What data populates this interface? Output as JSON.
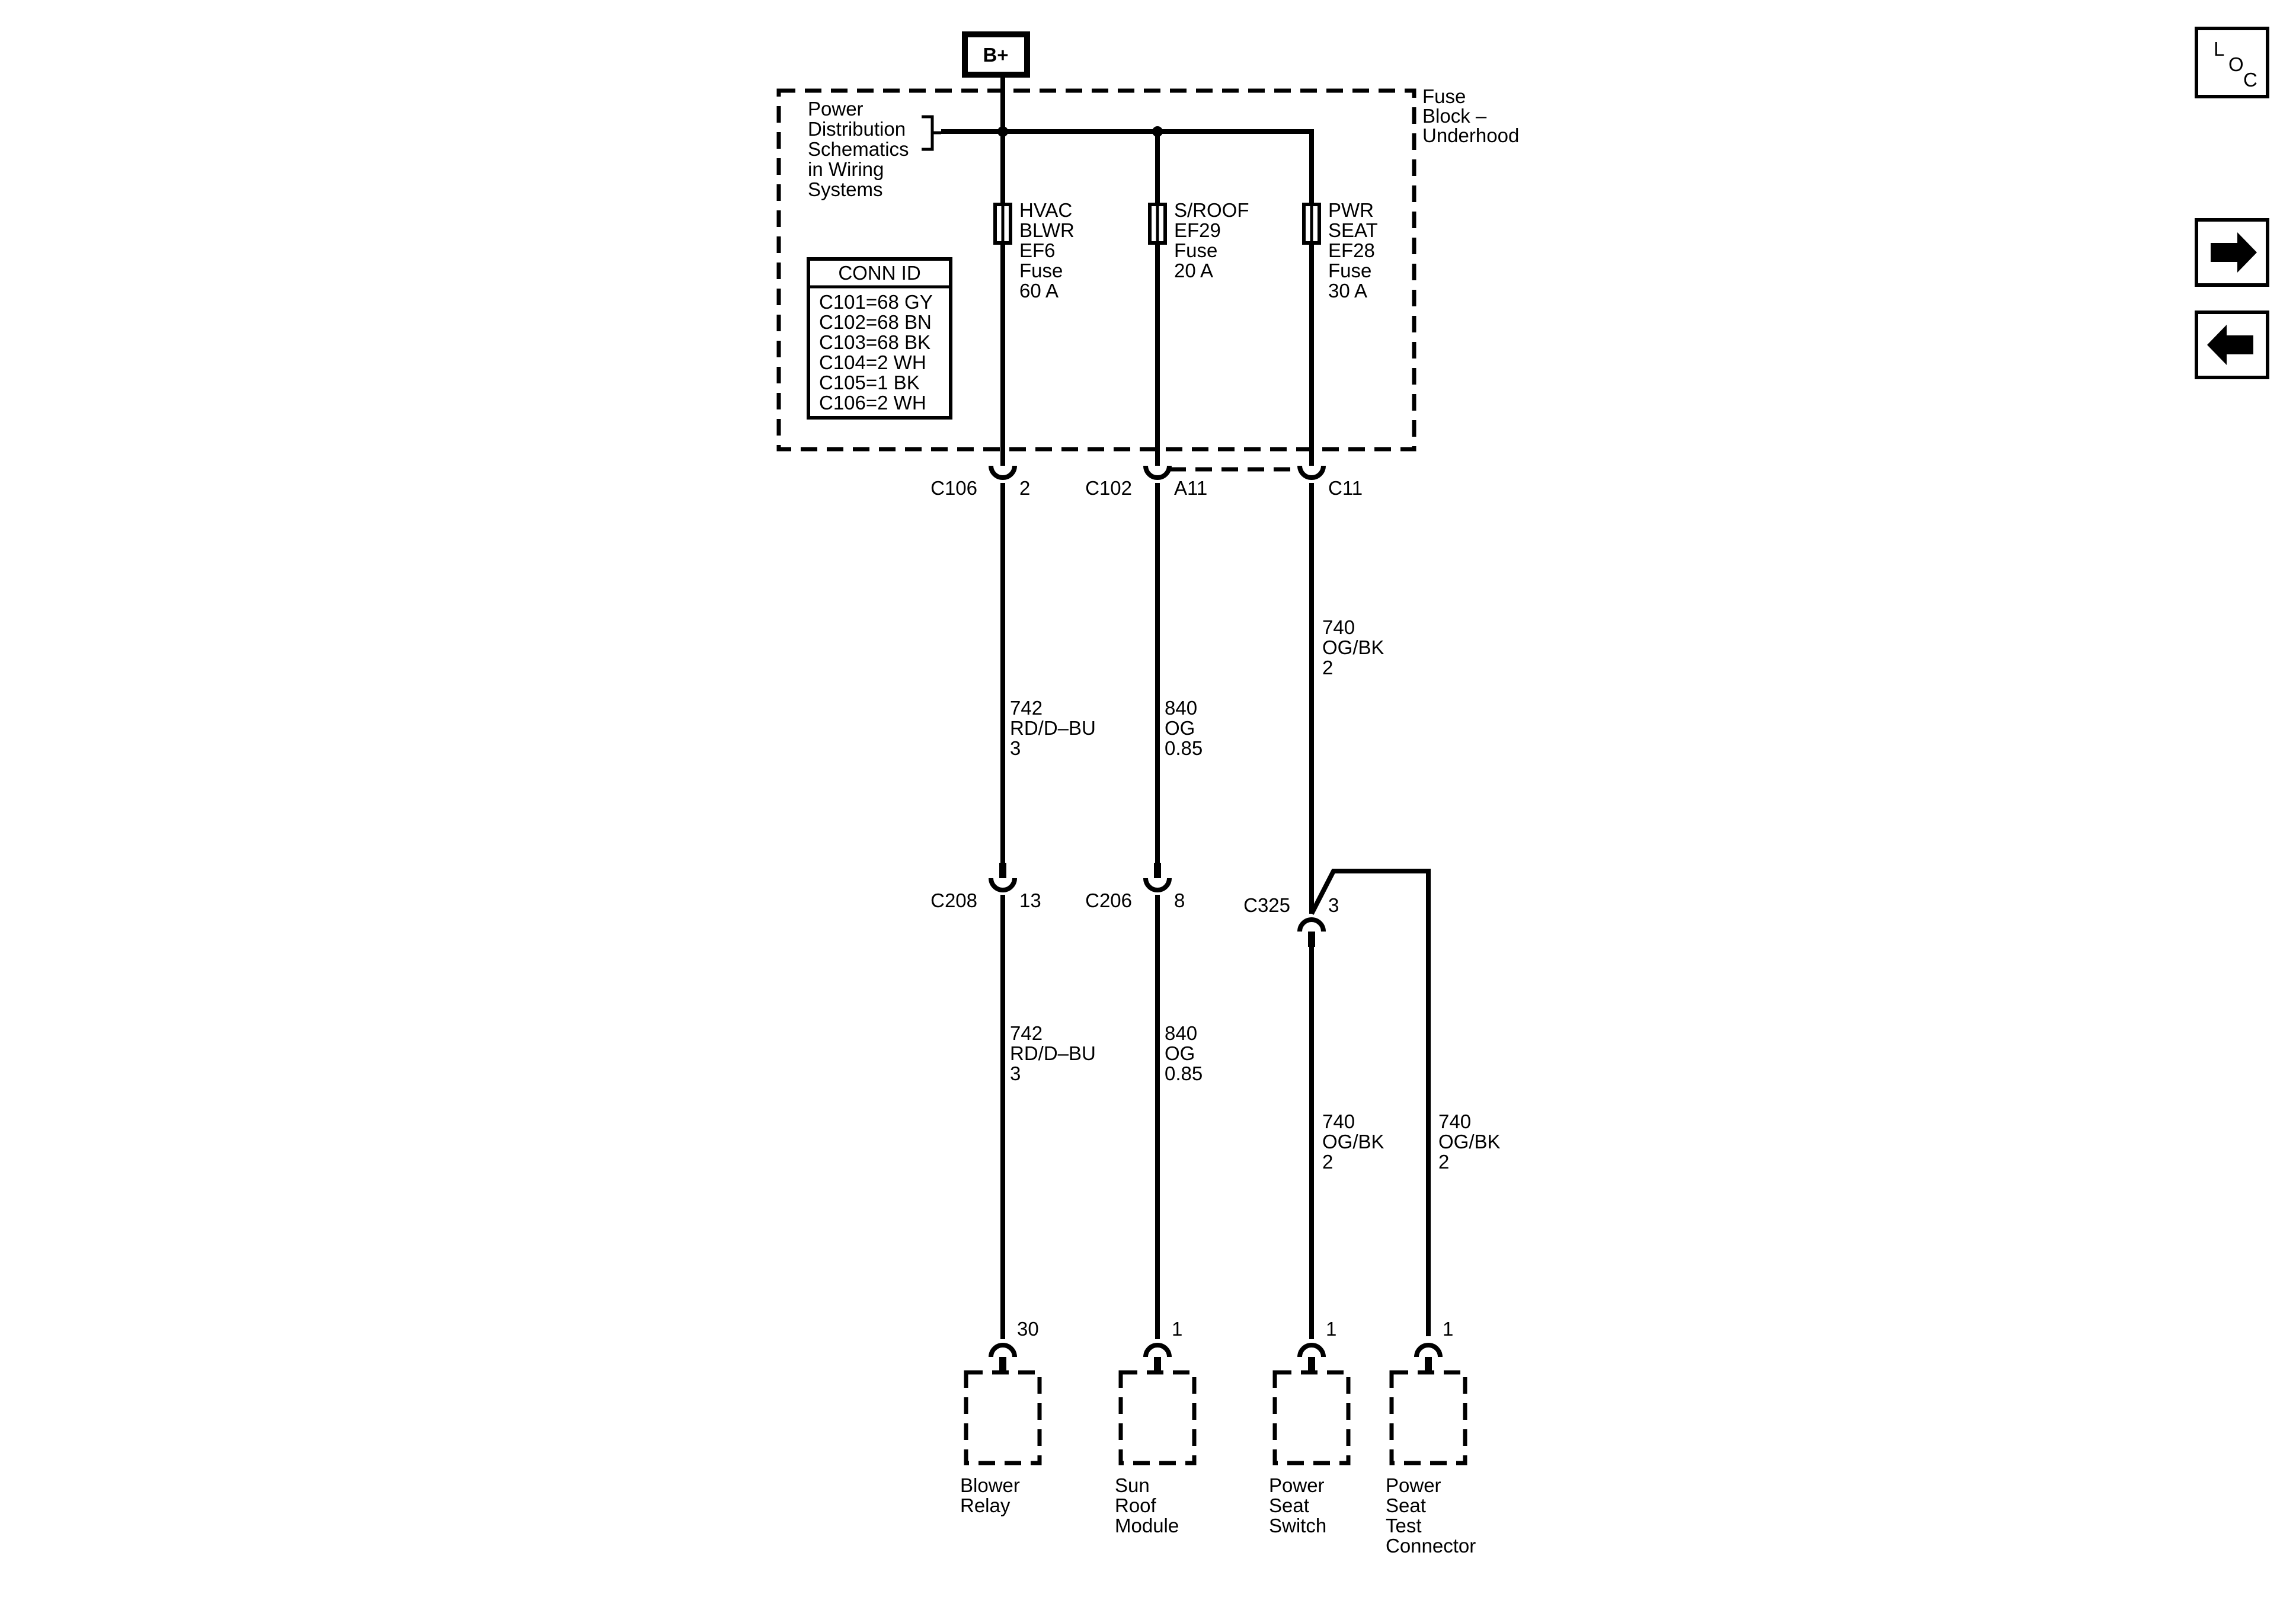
{
  "power_source": {
    "label": "B+"
  },
  "fuse_block": {
    "label": [
      "Fuse",
      "Block –",
      "Underhood"
    ]
  },
  "power_distribution": {
    "label": [
      "Power",
      "Distribution",
      "Schematics",
      "in Wiring",
      "Systems"
    ]
  },
  "conn_id": {
    "title": "CONN ID",
    "rows": [
      "C101=68 GY",
      "C102=68 BN",
      "C103=68 BK",
      "C104=2 WH",
      "C105=1 BK",
      "C106=2 WH"
    ]
  },
  "fuses": [
    {
      "label": [
        "HVAC",
        "BLWR",
        "EF6",
        "Fuse",
        "60 A"
      ]
    },
    {
      "label": [
        "S/ROOF",
        "EF29",
        "Fuse",
        "20 A"
      ]
    },
    {
      "label": [
        "PWR",
        "SEAT",
        "EF28",
        "Fuse",
        "30 A"
      ]
    }
  ],
  "connectors_top": [
    {
      "name": "C106",
      "pin": "2"
    },
    {
      "name": "C102",
      "pin": "A11"
    },
    {
      "name": "",
      "pin": "C11"
    }
  ],
  "wires_upper": [
    {
      "label": [
        "742",
        "RD/D–BU",
        "3"
      ]
    },
    {
      "label": [
        "840",
        "OG",
        "0.85"
      ]
    },
    {
      "label": [
        "740",
        "OG/BK",
        "2"
      ]
    }
  ],
  "connectors_mid": [
    {
      "name": "C208",
      "pin": "13"
    },
    {
      "name": "C206",
      "pin": "8"
    },
    {
      "name": "C325",
      "pin": "3"
    }
  ],
  "wires_lower": [
    {
      "label": [
        "742",
        "RD/D–BU",
        "3"
      ]
    },
    {
      "label": [
        "840",
        "OG",
        "0.85"
      ]
    },
    {
      "label": [
        "740",
        "OG/BK",
        "2"
      ]
    },
    {
      "label": [
        "740",
        "OG/BK",
        "2"
      ]
    }
  ],
  "components": [
    {
      "pin": "30",
      "label": [
        "Blower",
        "Relay"
      ]
    },
    {
      "pin": "1",
      "label": [
        "Sun",
        "Roof",
        "Module"
      ]
    },
    {
      "pin": "1",
      "label": [
        "Power",
        "Seat",
        "Switch"
      ]
    },
    {
      "pin": "1",
      "label": [
        "Power",
        "Seat",
        "Test",
        "Connector"
      ]
    }
  ],
  "nav": {
    "loc_letters": [
      "L",
      "O",
      "C"
    ],
    "forward_icon": "arrow-right-icon",
    "back_icon": "arrow-left-icon"
  }
}
